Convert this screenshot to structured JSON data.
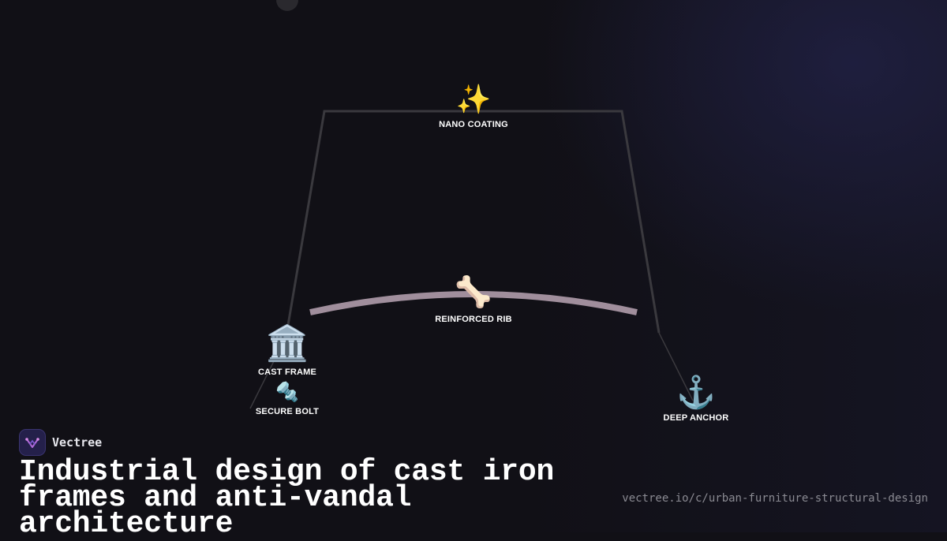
{
  "brand": {
    "name": "Vectree"
  },
  "headline": "Industrial design of cast iron frames and anti-vandal architecture",
  "url": "vectree.io/c/urban-furniture-structural-design",
  "nodes": {
    "nano_coating": {
      "icon": "✨",
      "label": "NANO COATING"
    },
    "reinforced_rib": {
      "icon": "🦴",
      "label": "REINFORCED RIB"
    },
    "cast_frame": {
      "icon": "🏛️",
      "label": "CAST FRAME"
    },
    "secure_bolt": {
      "icon": "🔩",
      "label": "SECURE BOLT"
    },
    "deep_anchor": {
      "icon": "⚓",
      "label": "DEEP ANCHOR"
    }
  },
  "colors": {
    "frame_line": "#3a393e",
    "rib_arc": "#a08e9c",
    "background": "#111016"
  }
}
